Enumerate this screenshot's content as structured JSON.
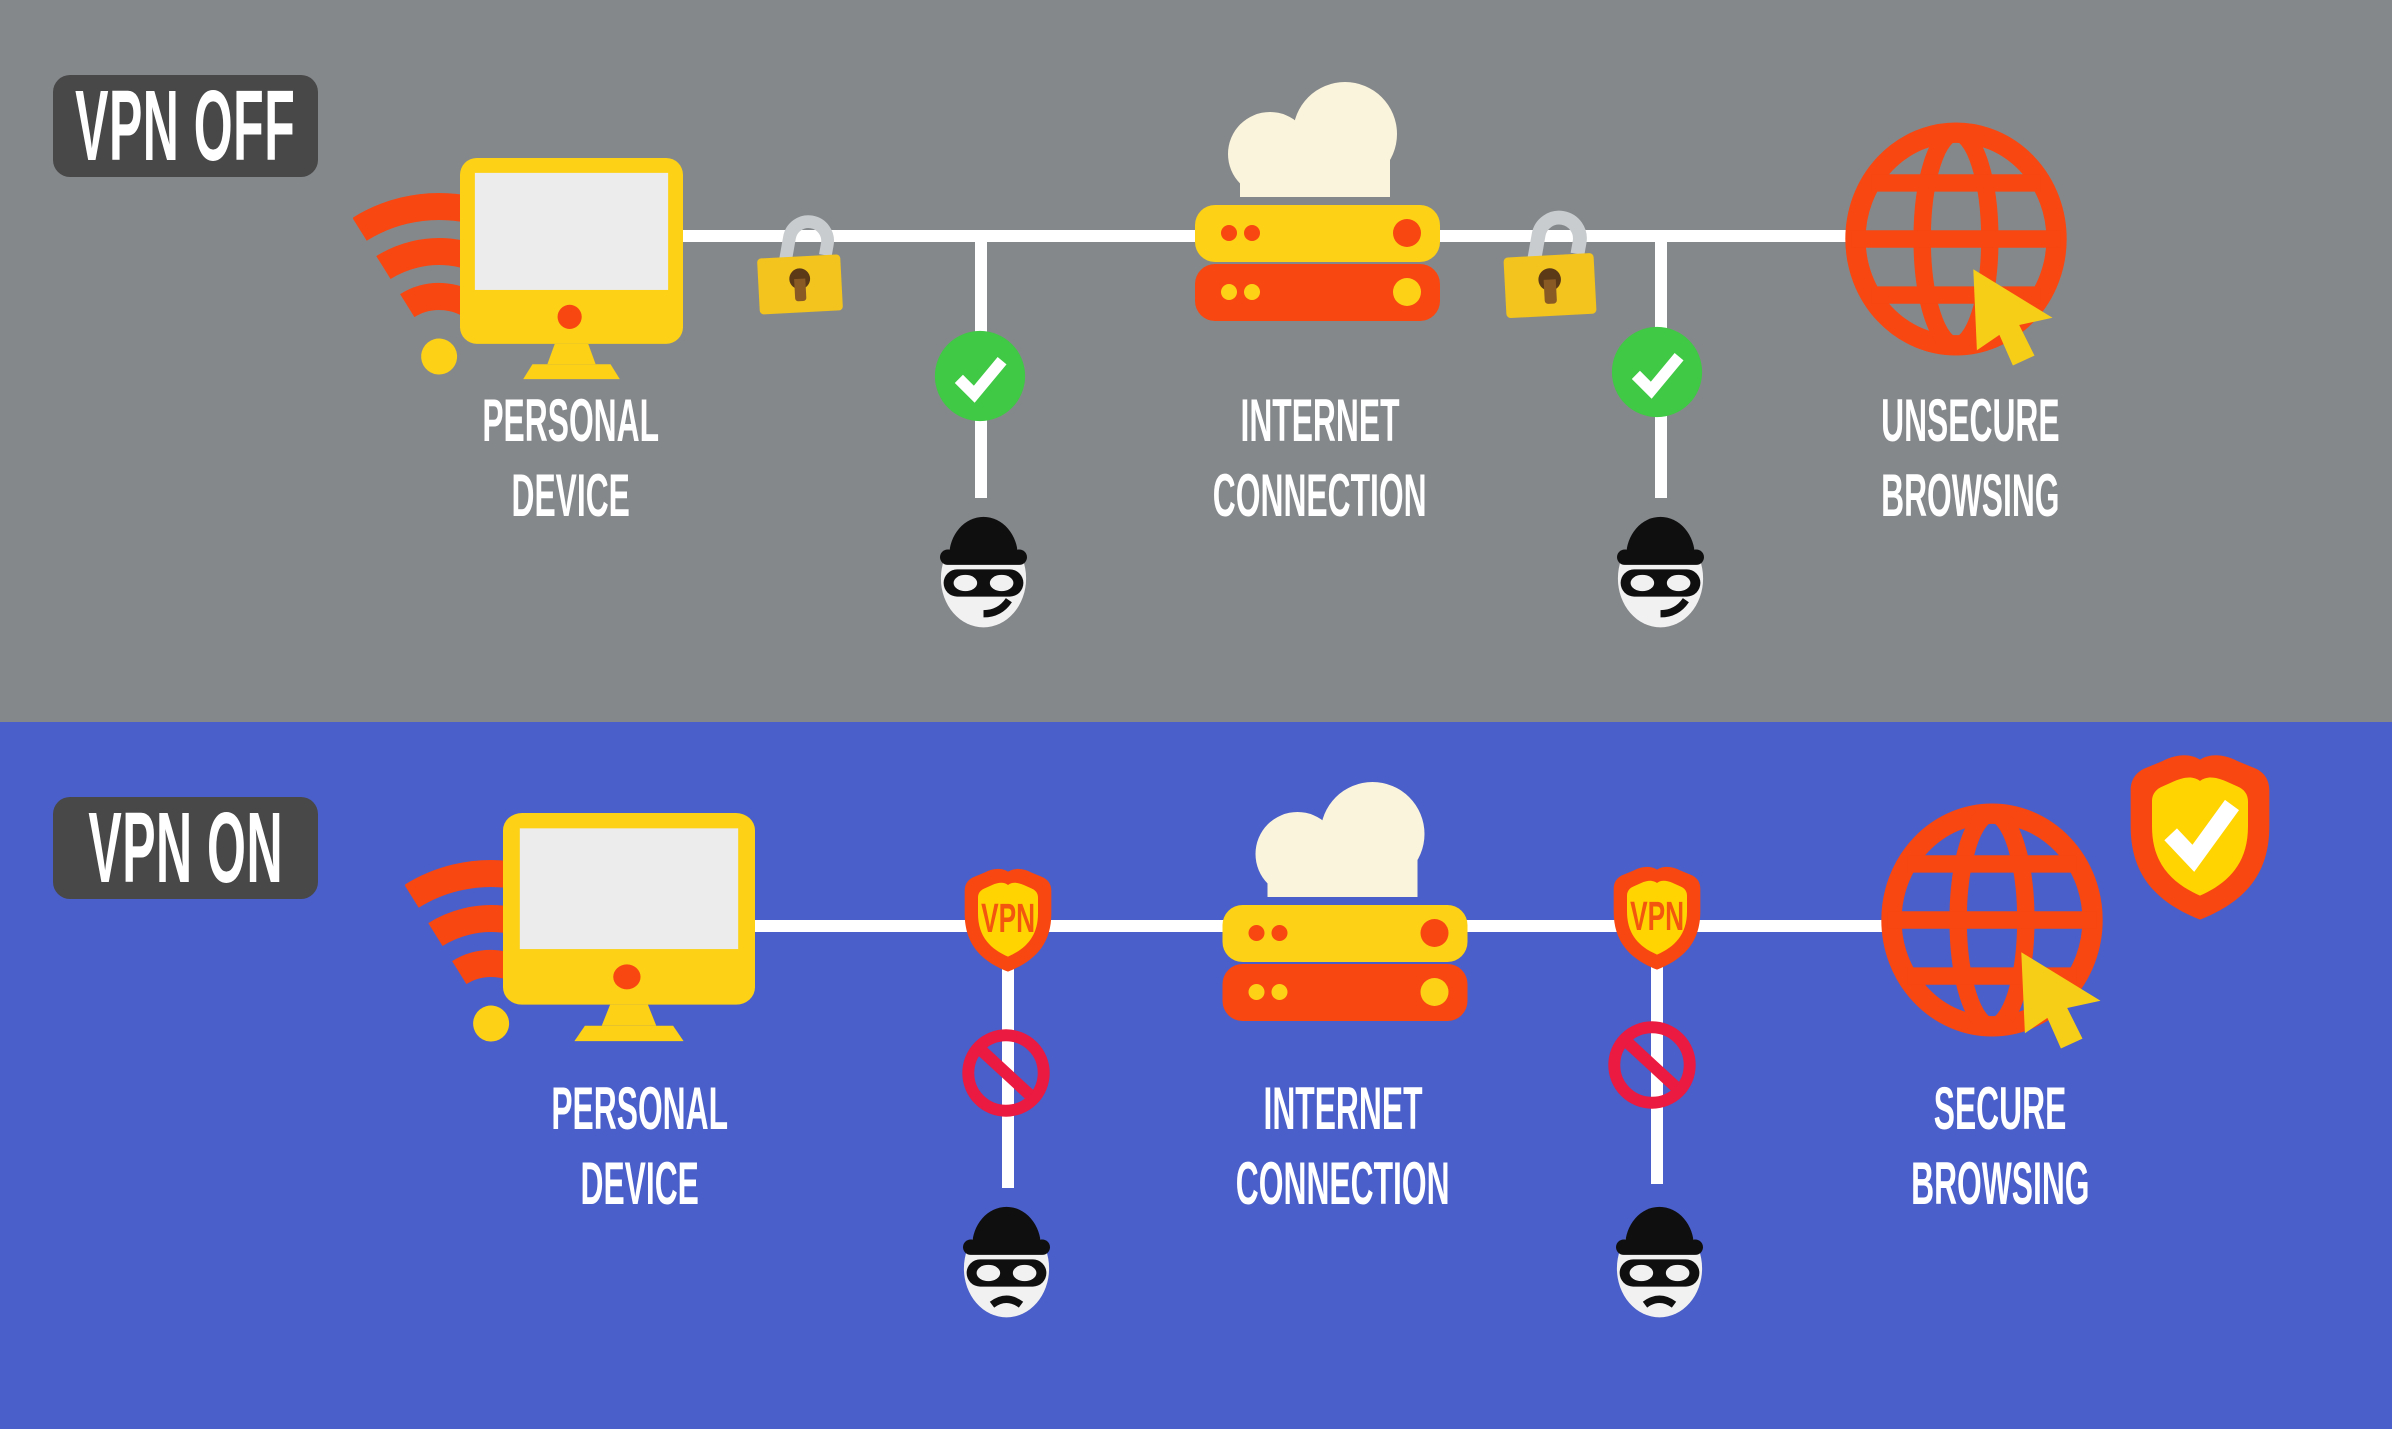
{
  "top_section": {
    "badge_label": "VPN OFF",
    "device_label": [
      "PERSONAL",
      "DEVICE"
    ],
    "connection_label": [
      "INTERNET",
      "CONNECTION"
    ],
    "browsing_label": [
      "UNSECURE",
      "BROWSING"
    ]
  },
  "bottom_section": {
    "badge_label": "VPN ON",
    "device_label": [
      "PERSONAL",
      "DEVICE"
    ],
    "connection_label": [
      "INTERNET",
      "CONNECTION"
    ],
    "browsing_label": [
      "SECURE",
      "BROWSING"
    ],
    "vpn_shield_label": "VPN",
    "vpn_shield2_label": "VPN"
  },
  "colors": {
    "top_background": "#85888b",
    "bottom_background": "#4a5fc9",
    "badge_background": "#484848",
    "accent_yellow": "#fcd116",
    "accent_orange": "#f84711",
    "line_white": "#ffffff",
    "check_green": "#3fc944",
    "block_red": "#ea1a40",
    "cloud_cream": "#faf4dc",
    "shackle_silver": "#c9ccce",
    "screen_gray": "#ececec",
    "shield_inner_yellow": "#ffd400",
    "hacker_black": "#0f0f0f"
  }
}
